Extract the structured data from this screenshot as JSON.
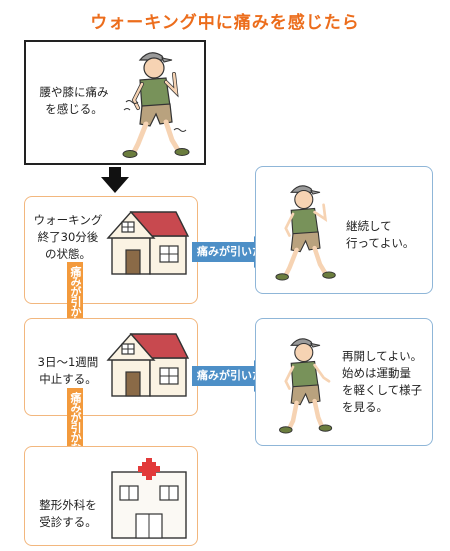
{
  "title": "ウォーキング中に痛みを感じたら",
  "steps": [
    {
      "text": "腰や膝に痛み\nを感じる。"
    },
    {
      "text": "ウォーキング\n終了30分後\nの状態。"
    },
    {
      "text": "3日〜1週間\n中止する。"
    },
    {
      "text": "整形外科を\n受診する。"
    }
  ],
  "outcomes": [
    {
      "text": "継続して\n行ってよい。"
    },
    {
      "text": "再開してよい。\n始めは運動量\nを軽くして様子\nを見る。"
    }
  ],
  "arrows": {
    "pain_subsided": "痛みが引いた",
    "pain_persists": "痛みが引かない"
  },
  "colors": {
    "title": "#ec6d1c",
    "orange_arrow": "#f39a3c",
    "blue_arrow": "#4d8fc7",
    "orange_border": "#f2b77e",
    "blue_border": "#8fb6d8"
  },
  "icons": [
    "walking-man-icon",
    "house-icon",
    "hospital-icon",
    "down-arrow-icon"
  ]
}
